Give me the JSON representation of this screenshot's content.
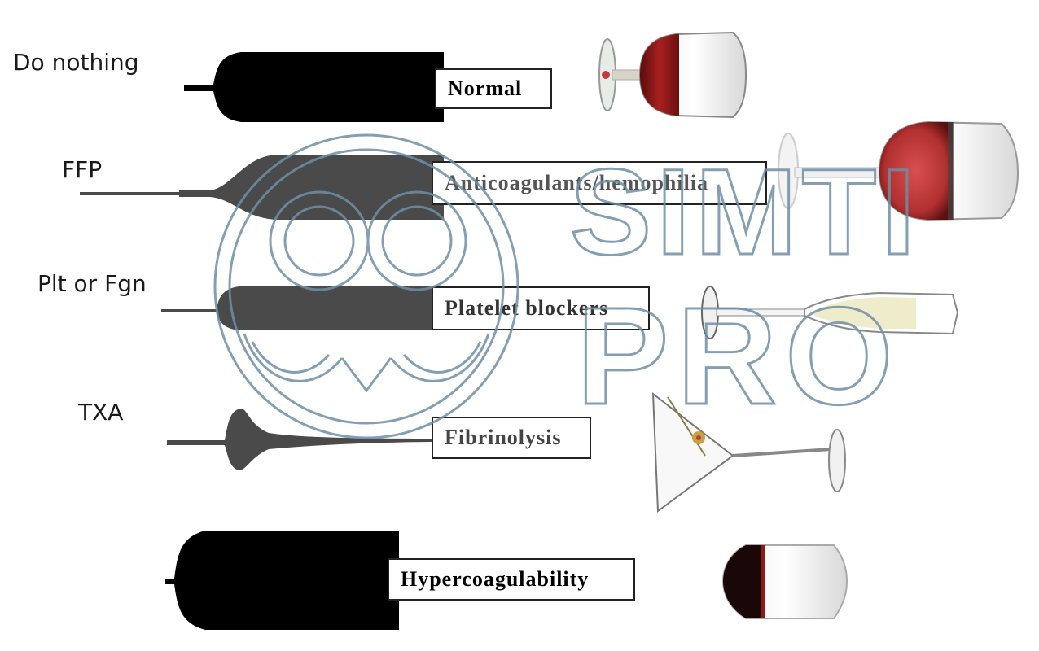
{
  "rows": [
    {
      "treatment": "Do nothing",
      "pattern": "Normal",
      "glass": "red-wine-glass",
      "color": "#000000"
    },
    {
      "treatment": "FFP",
      "pattern": "Anticoagulants/hemophilia",
      "glass": "large-red-wine-glass",
      "color": "#4a4a4a"
    },
    {
      "treatment": "Plt or Fgn",
      "pattern": "Platelet blockers",
      "glass": "champagne-flute",
      "color": "#4a4a4a"
    },
    {
      "treatment": "TXA",
      "pattern": "Fibrinolysis",
      "glass": "martini-glass",
      "color": "#4a4a4a"
    },
    {
      "treatment": "",
      "pattern": "Hypercoagulability",
      "glass": "tumbler-glass",
      "color": "#000000"
    }
  ],
  "watermark": {
    "line1": "SIMTI",
    "line2": "PRO",
    "color": "#6f8fa6"
  },
  "colors": {
    "wine_red": "#8b1a1a",
    "wine_light_red": "#c23a3a",
    "champagne": "#efeccc"
  }
}
